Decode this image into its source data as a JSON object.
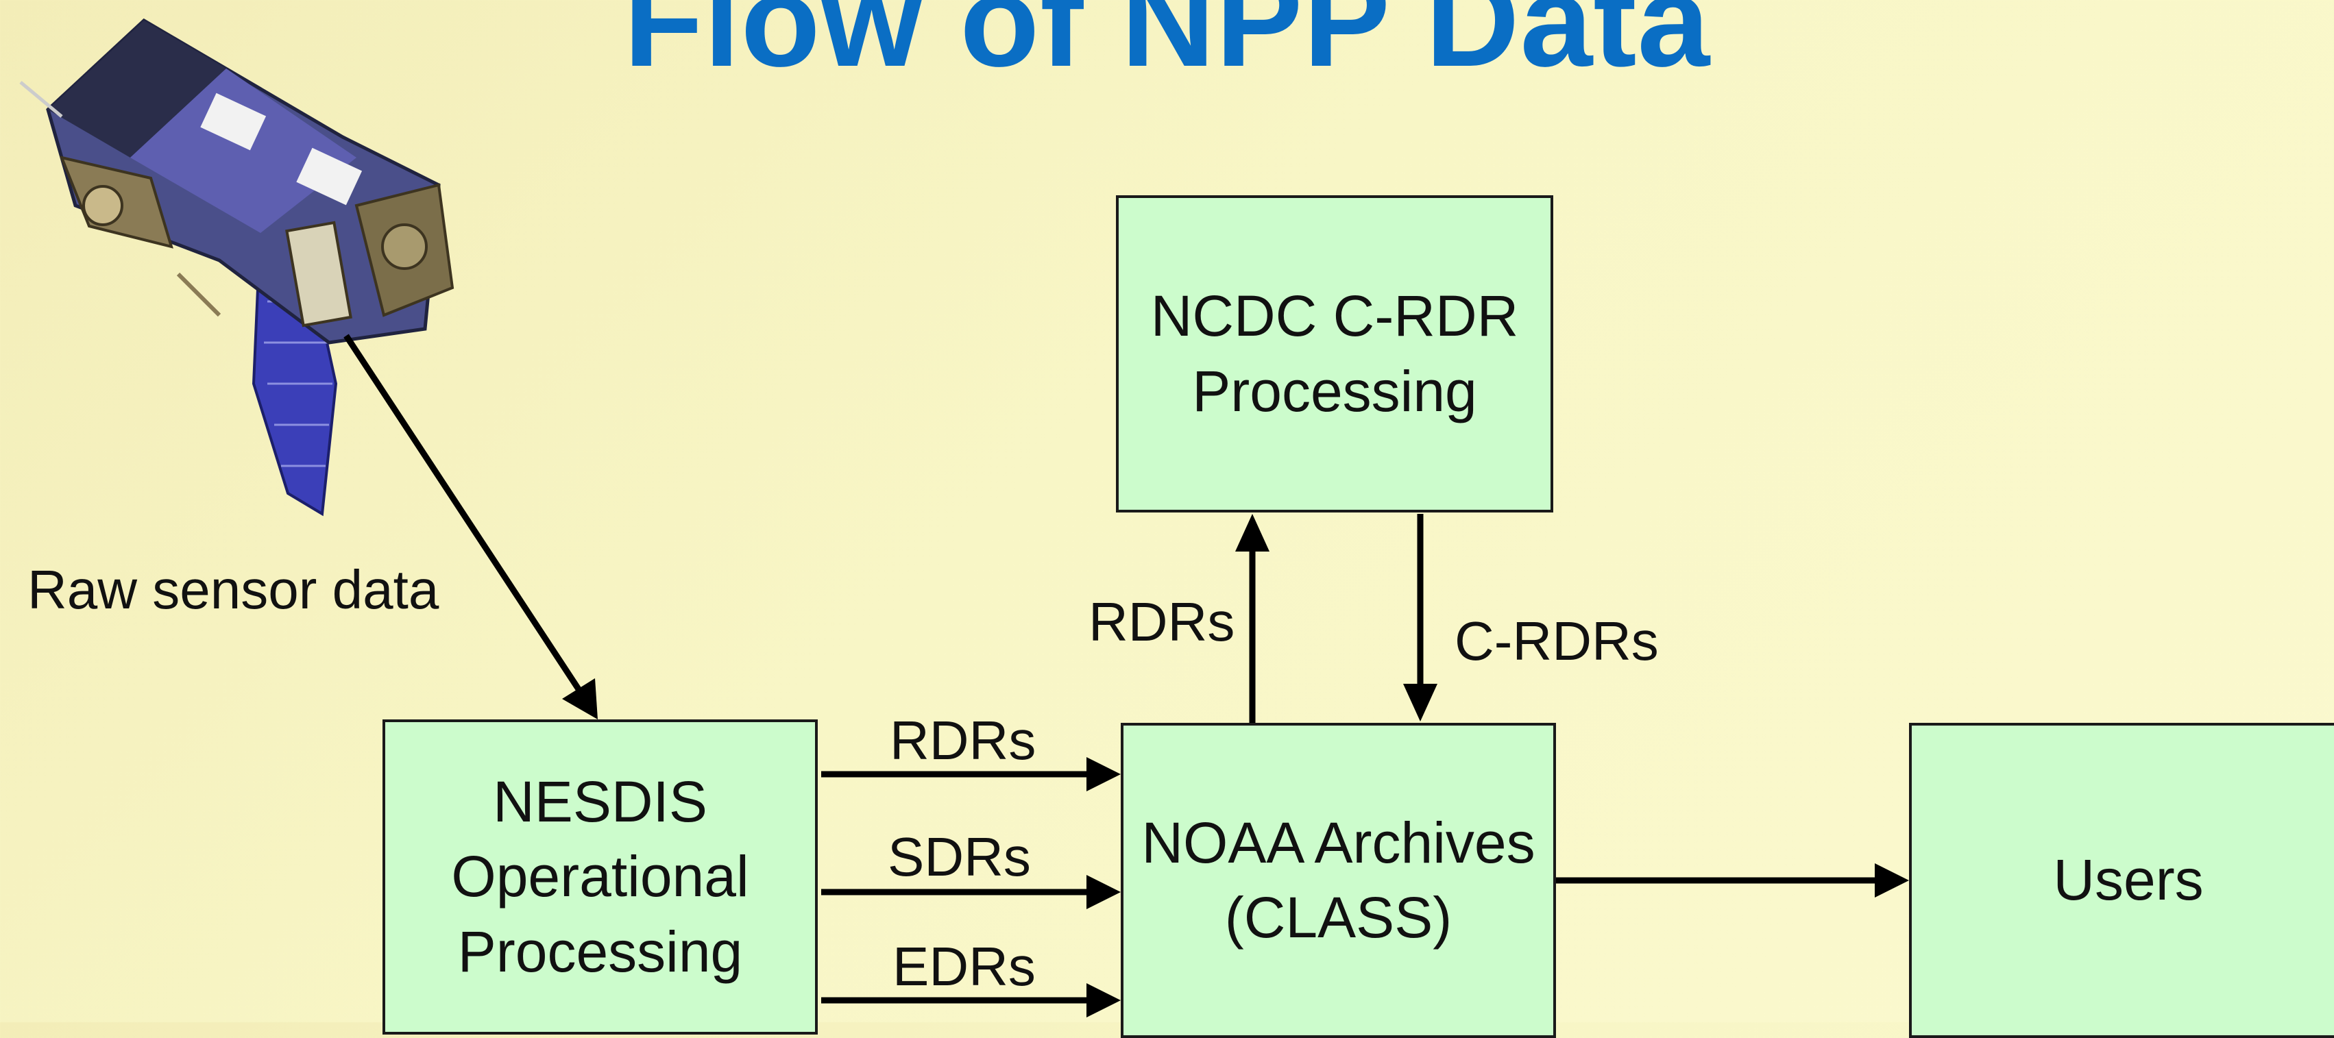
{
  "title": "Flow of NPP Data",
  "boxes": {
    "ncdc": {
      "line1": "NCDC C-RDR",
      "line2": "Processing"
    },
    "nesdis": {
      "line1": "NESDIS",
      "line2": "Operational",
      "line3": "Processing"
    },
    "noaa": {
      "line1": "NOAA Archives",
      "line2": "(CLASS)"
    },
    "users": {
      "line1": "Users"
    }
  },
  "labels": {
    "raw_sensor": "Raw sensor data",
    "rdrs_up": "RDRs",
    "crdrs_down": "C-RDRs",
    "rdrs_right": "RDRs",
    "sdrs_right": "SDRs",
    "edrs_right": "EDRs"
  },
  "colors": {
    "title": "#0a6ec4",
    "box_fill": "#ccfccc",
    "arrow": "#000000"
  }
}
